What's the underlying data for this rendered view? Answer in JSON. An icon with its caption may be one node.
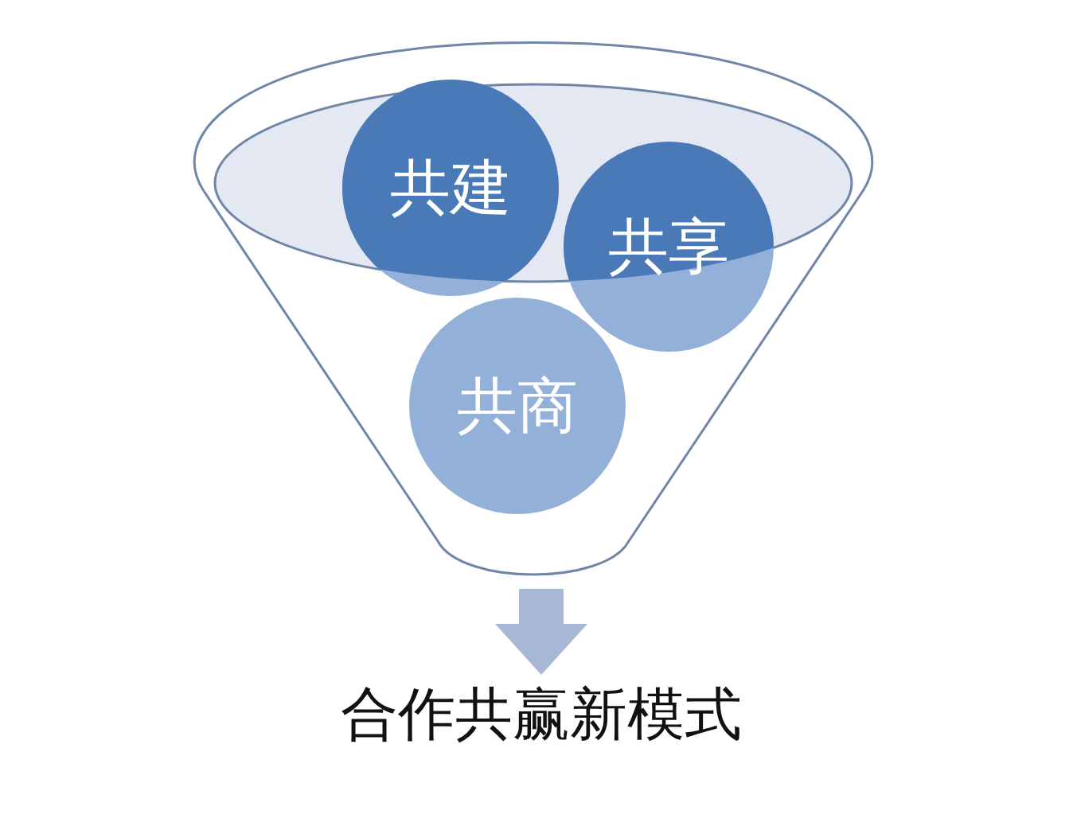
{
  "diagram": {
    "nodes": [
      {
        "text": [],
        "shape": "funnel"
      },
      {
        "text": [
          "共建"
        ],
        "in": 0
      },
      {
        "text": [
          "共享"
        ],
        "in": 0
      },
      {
        "text": [
          "共商"
        ],
        "in": 0
      },
      {
        "text": [
          "合作共赢新模式"
        ]
      }
    ],
    "edges": [
      {
        "from": 0,
        "to": 4,
        "arrow": "to",
        "style": "thick"
      }
    ]
  }
}
